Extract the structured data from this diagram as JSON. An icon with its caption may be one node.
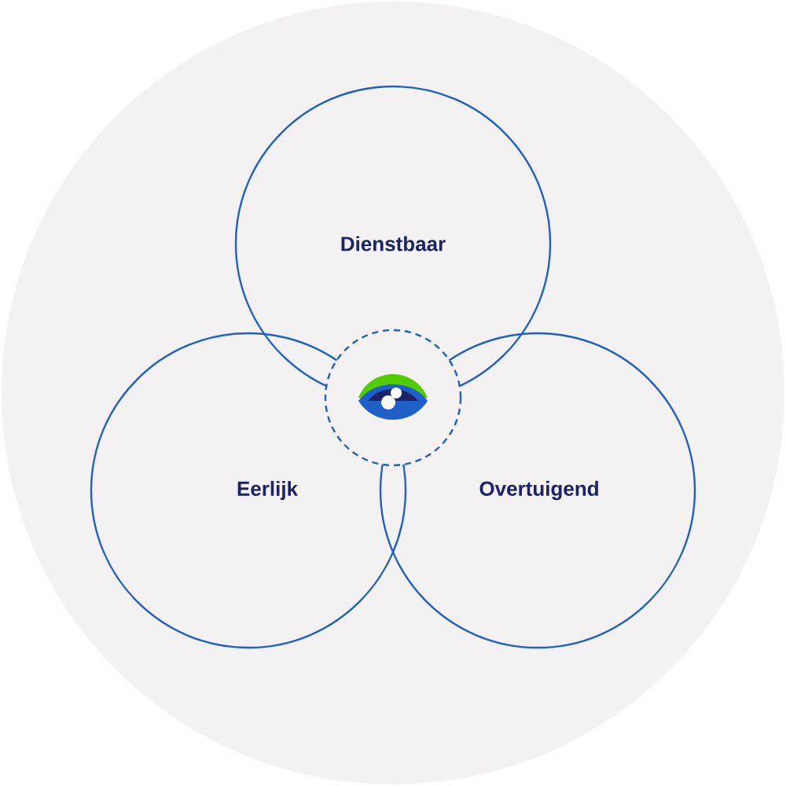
{
  "diagram": {
    "nodes": [
      {
        "text": [
          "Dienstbaar"
        ]
      },
      {
        "text": [
          "Eerlijk"
        ]
      },
      {
        "text": [
          "Overtuigend"
        ]
      },
      {
        "text": [],
        "shape": "circle"
      }
    ]
  }
}
